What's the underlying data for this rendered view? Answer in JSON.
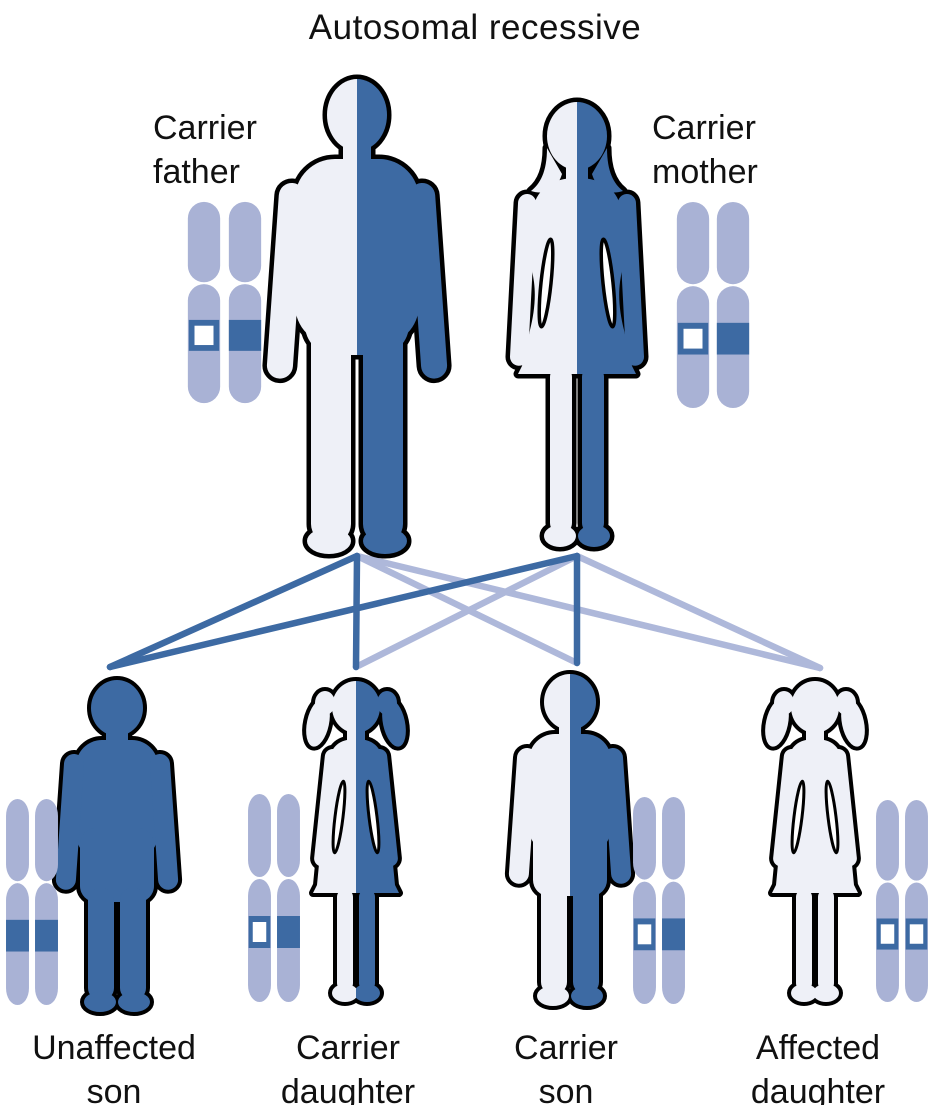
{
  "title": "Autosomal recessive",
  "colors": {
    "dark_blue": "#3d6aa3",
    "light_fill": "#eef0f7",
    "chromosome_light": "#a9b2d5",
    "line_dark": "#3d6aa3",
    "line_light": "#aeb8da",
    "band_open_fill": "#ffffff",
    "outline": "#000000",
    "text": "#111111"
  },
  "parents": [
    {
      "id": "father",
      "label_line1": "Carrier",
      "label_line2": "father",
      "sex": "male",
      "status": "carrier",
      "figure_fill": "half-light-left-dark-right",
      "alleles": [
        "recessive-open-band",
        "dominant-solid-band"
      ]
    },
    {
      "id": "mother",
      "label_line1": "Carrier",
      "label_line2": "mother",
      "sex": "female",
      "status": "carrier",
      "figure_fill": "half-light-left-dark-right",
      "alleles": [
        "recessive-open-band",
        "dominant-solid-band"
      ]
    }
  ],
  "children": [
    {
      "id": "son1",
      "label_line1": "Unaffected",
      "label_line2": "son",
      "sex": "male",
      "status": "unaffected",
      "figure_fill": "solid-dark",
      "alleles": [
        "dominant-solid-band",
        "dominant-solid-band"
      ]
    },
    {
      "id": "daughter1",
      "label_line1": "Carrier",
      "label_line2": "daughter",
      "sex": "female",
      "status": "carrier",
      "figure_fill": "half-light-left-dark-right",
      "alleles": [
        "recessive-open-band",
        "dominant-solid-band"
      ]
    },
    {
      "id": "son2",
      "label_line1": "Carrier",
      "label_line2": "son",
      "sex": "male",
      "status": "carrier",
      "figure_fill": "half-light-left-dark-right",
      "alleles": [
        "recessive-open-band",
        "dominant-solid-band"
      ]
    },
    {
      "id": "daughter2",
      "label_line1": "Affected",
      "label_line2": "daughter",
      "sex": "female",
      "status": "affected",
      "figure_fill": "solid-light",
      "alleles": [
        "recessive-open-band",
        "recessive-open-band"
      ]
    }
  ],
  "inheritance_lines": [
    {
      "from": "father",
      "to": "son1",
      "allele": "dominant",
      "line_style": "dark"
    },
    {
      "from": "father",
      "to": "daughter1",
      "allele": "dominant",
      "line_style": "dark"
    },
    {
      "from": "father",
      "to": "son2",
      "allele": "recessive",
      "line_style": "light"
    },
    {
      "from": "father",
      "to": "daughter2",
      "allele": "recessive",
      "line_style": "light"
    },
    {
      "from": "mother",
      "to": "son1",
      "allele": "dominant",
      "line_style": "dark"
    },
    {
      "from": "mother",
      "to": "daughter1",
      "allele": "recessive",
      "line_style": "light"
    },
    {
      "from": "mother",
      "to": "son2",
      "allele": "dominant",
      "line_style": "dark"
    },
    {
      "from": "mother",
      "to": "daughter2",
      "allele": "recessive",
      "line_style": "light"
    }
  ]
}
